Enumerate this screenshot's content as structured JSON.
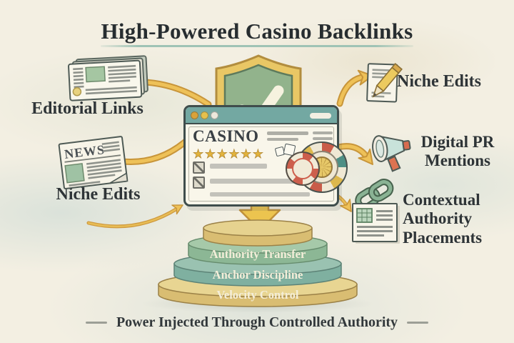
{
  "title": "High-Powered Casino Backlinks",
  "caption": "Power Injected Through Controlled Authority",
  "labels": {
    "editorial": "Editorial Links",
    "niche_left": "Niche Edits",
    "niche_right": "Niche Edits",
    "digital_pr": "Digital PR Mentions",
    "contextual": "Contextual Authority Placements"
  },
  "center": {
    "site_name": "CASINO",
    "stars": "★★★★★★"
  },
  "news_masthead": "NEWS",
  "pyramid": {
    "tiers": [
      {
        "label": "Authority Transfer",
        "color": "#8cb795"
      },
      {
        "label": "Anchor Discipline",
        "color": "#7fb0a0"
      },
      {
        "label": "Velocity Control",
        "color": "#d9bd72"
      }
    ]
  },
  "icons": {
    "shield-check-icon": "green shield with gold border and cream checkmark",
    "newspaper-icon": "stacked newspaper pages with photo block",
    "news-icon": "newspaper with NEWS masthead",
    "pencil-document-icon": "document with yellow pencil",
    "megaphone-icon": "teal megaphone with orange mouthpiece",
    "chain-link-icon": "two green chain links over a document",
    "roulette-wheel-icon": "multicolor roulette wheel",
    "casino-chip-icon": "red and white casino chip",
    "dice-icon": "pair of small dice",
    "down-arrow-icon": "large yellow arrow into pyramid"
  },
  "colors": {
    "background": "#f3efe2",
    "arrow_fill": "#eec158",
    "arrow_outline": "#c8953a",
    "shield_green": "#92b38c",
    "shield_gold": "#e9c765",
    "browser_bar_teal": "#73a8a2",
    "star_gold": "#e2b33c",
    "text_dark": "#2e3437",
    "underline_teal": "#9fc3b5"
  }
}
